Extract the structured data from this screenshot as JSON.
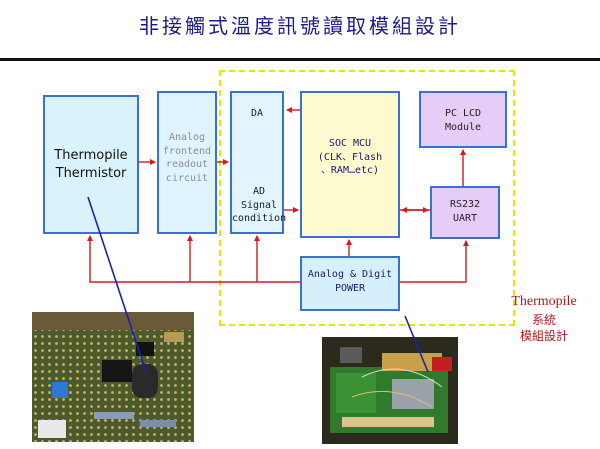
{
  "title": "非接觸式溫度訊號讀取模組設計",
  "blocks": {
    "sensor": "Thermopile\nThermistor",
    "analog": "Analog\nfrontend\nreadout\ncircuit",
    "da": "DA",
    "signal": "AD\nSignal\ncondition",
    "soc": "SOC MCU\n(CLK、Flash\n、RAM…etc)",
    "pc_lcd": "PC LCD\nModule",
    "rs232": "RS232\nUART",
    "power": "Analog & Digit\nPOWER"
  },
  "caption": {
    "line1": "Thermopile",
    "line2": "系統",
    "line3": "模組設計"
  },
  "colors": {
    "arrow": "#d41a1a",
    "pointer": "#1a22b0",
    "frame": "#e6e600",
    "block_border": "#3a6fd6"
  }
}
